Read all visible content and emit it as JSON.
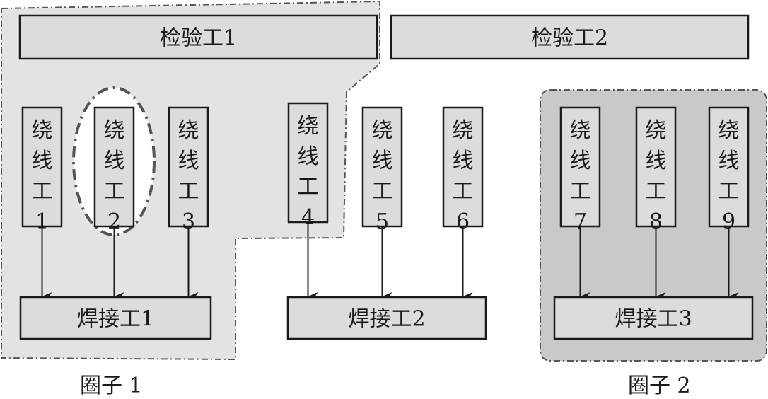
{
  "colors": {
    "circle1_fill": "#e3e3e3",
    "circle2_fill": "#c9c9c9",
    "box_fill": "#dcdcdc",
    "stroke": "#1a1a1a",
    "dash_stroke": "#555555",
    "highlight_fill": "#ffffff"
  },
  "inspectors": [
    {
      "id": "inspector-1",
      "label": "检验工1"
    },
    {
      "id": "inspector-2",
      "label": "检验工2"
    }
  ],
  "winders": [
    {
      "id": "winder-1",
      "chars": [
        "绕",
        "线",
        "工",
        "1"
      ],
      "feeds": "welder-1"
    },
    {
      "id": "winder-2",
      "chars": [
        "绕",
        "线",
        "工",
        "2"
      ],
      "feeds": "welder-1",
      "highlighted": true
    },
    {
      "id": "winder-3",
      "chars": [
        "绕",
        "线",
        "工",
        "3"
      ],
      "feeds": "welder-1"
    },
    {
      "id": "winder-4",
      "chars": [
        "绕",
        "线",
        "工",
        "4"
      ],
      "feeds": "welder-2"
    },
    {
      "id": "winder-5",
      "chars": [
        "绕",
        "线",
        "工",
        "5"
      ],
      "feeds": "welder-2"
    },
    {
      "id": "winder-6",
      "chars": [
        "绕",
        "线",
        "工",
        "6"
      ],
      "feeds": "welder-2"
    },
    {
      "id": "winder-7",
      "chars": [
        "绕",
        "线",
        "工",
        "7"
      ],
      "feeds": "welder-3"
    },
    {
      "id": "winder-8",
      "chars": [
        "绕",
        "线",
        "工",
        "8"
      ],
      "feeds": "welder-3"
    },
    {
      "id": "winder-9",
      "chars": [
        "绕",
        "线",
        "工",
        "9"
      ],
      "feeds": "welder-3"
    }
  ],
  "welders": [
    {
      "id": "welder-1",
      "label": "焊接工1"
    },
    {
      "id": "welder-2",
      "label": "焊接工2"
    },
    {
      "id": "welder-3",
      "label": "焊接工3"
    }
  ],
  "circles": [
    {
      "id": "circle-1",
      "label": "圈子 1",
      "members": [
        "inspector-1",
        "winder-1",
        "winder-2",
        "winder-3",
        "winder-4",
        "welder-1"
      ]
    },
    {
      "id": "circle-2",
      "label": "圈子 2",
      "members": [
        "winder-7",
        "winder-8",
        "winder-9",
        "welder-3"
      ]
    }
  ]
}
